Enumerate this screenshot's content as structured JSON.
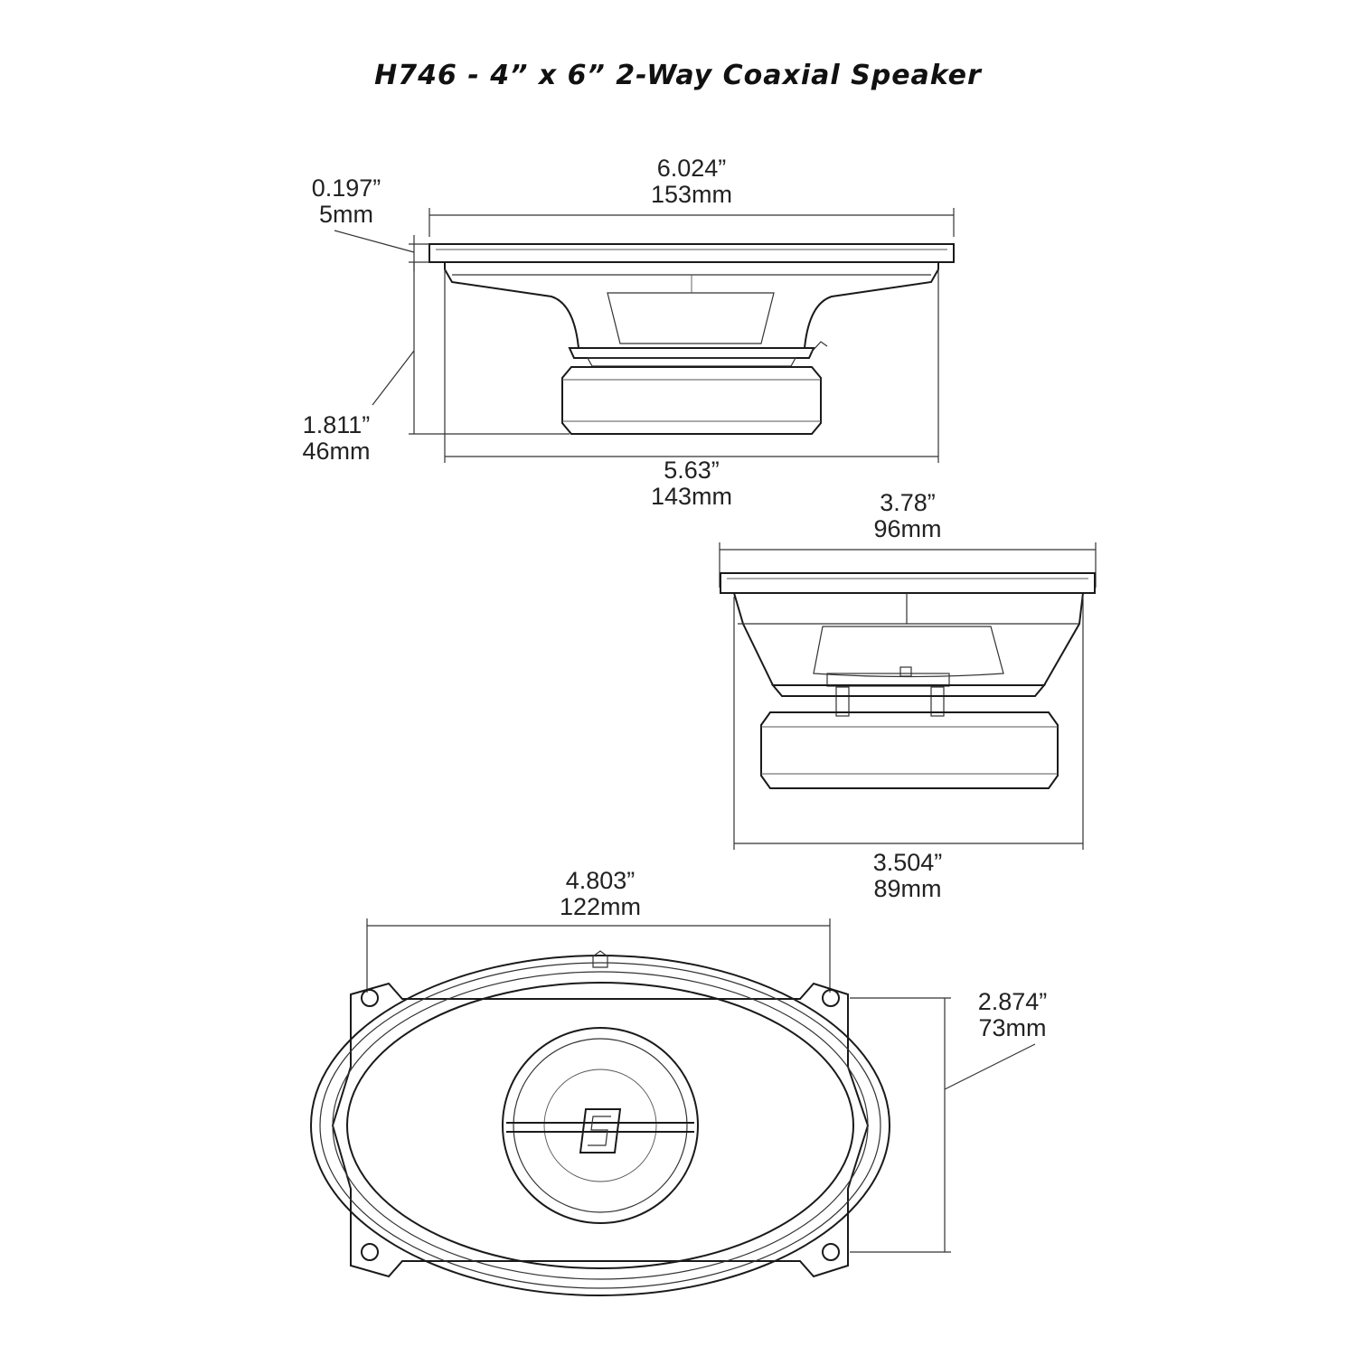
{
  "title": "H746 - 4” x 6” 2-Way Coaxial Speaker",
  "side_view": {
    "overall_width": {
      "inch": "6.024”",
      "mm": "153mm"
    },
    "flange_thickness": {
      "inch": "0.197”",
      "mm": "5mm"
    },
    "mount_depth": {
      "inch": "1.811”",
      "mm": "46mm"
    },
    "basket_width": {
      "inch": "5.63”",
      "mm": "143mm"
    }
  },
  "end_view": {
    "overall_width": {
      "inch": "3.78”",
      "mm": "96mm"
    },
    "basket_width": {
      "inch": "3.504”",
      "mm": "89mm"
    }
  },
  "top_view": {
    "hole_spacing_horizontal": {
      "inch": "4.803”",
      "mm": "122mm"
    },
    "hole_spacing_vertical": {
      "inch": "2.874”",
      "mm": "73mm"
    }
  },
  "logo_icon": "s-badge-icon"
}
